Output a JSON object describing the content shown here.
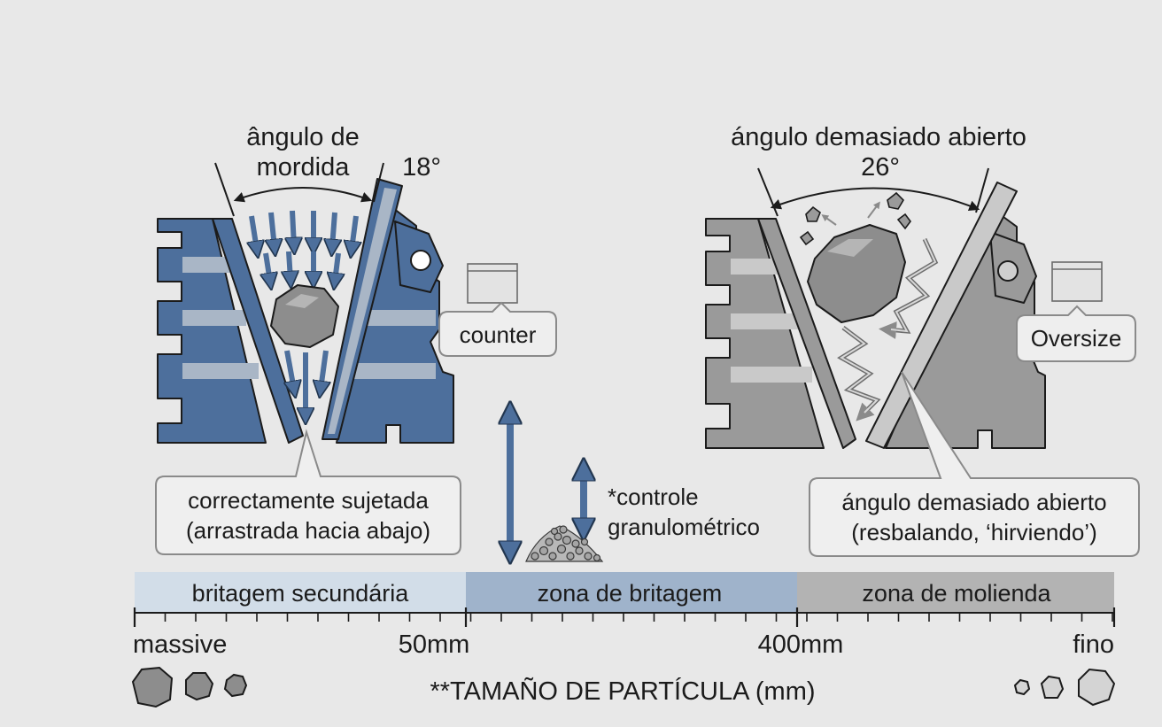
{
  "colors": {
    "background": "#e8e8e8",
    "crusher_blue": "#4d6f9c",
    "crusher_blue_light": "#a9b6c6",
    "crusher_gray": "#9a9a9a",
    "crusher_gray_light": "#c9c9c9",
    "zone_secondary": "#d2dde8",
    "zone_crushing": "#9fb3cb",
    "zone_grinding": "#b3b3b3",
    "ink": "#1b1b1b"
  },
  "left_panel": {
    "angle_label_line1": "ângulo de",
    "angle_label_line2": "mordida",
    "angle_value": "18°",
    "counter_label": "counter",
    "callout_line1": "correctamente sujetada",
    "callout_line2": "(arrastrada hacia abajo)"
  },
  "right_panel": {
    "angle_label": "ángulo demasiado abierto",
    "angle_value": "26°",
    "oversize_label": "Oversize",
    "callout_line1": "ángulo demasiado abierto",
    "callout_line2": "(resbalando, ‘hirviendo’)"
  },
  "middle": {
    "control_line1": "*controle",
    "control_line2": "granulométrico"
  },
  "scale": {
    "zones": [
      "britagem secundária",
      "zona de britagem",
      "zona de molienda"
    ],
    "left_label": "massive",
    "tick_50": "50mm",
    "tick_400": "400mm",
    "right_label": "fino",
    "axis_title": "**TAMAÑO DE PARTÍCULA (mm)"
  }
}
